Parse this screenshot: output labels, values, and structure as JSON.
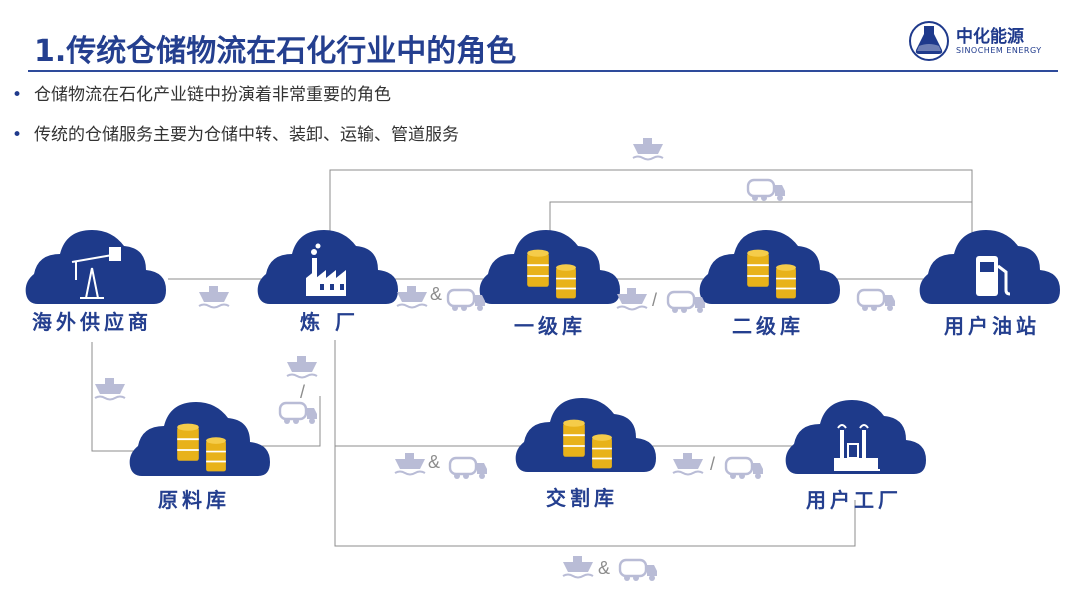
{
  "header": {
    "title": "1.传统仓储物流在石化行业中的角色",
    "logo_name": "中化能源",
    "logo_subtitle": "SINOCHEM ENERGY"
  },
  "bullets": [
    "仓储物流在石化产业链中扮演着非常重要的角色",
    "传统的仓储服务主要为仓储中转、装卸、运输、管道服务"
  ],
  "nodes": {
    "supplier": "海外供应商",
    "refinery": "炼 厂",
    "primary": "一级库",
    "secondary": "二级库",
    "station": "用户油站",
    "raw": "原料库",
    "delivery": "交割库",
    "factory": "用户工厂"
  },
  "connector_symbols": {
    "and": "&",
    "or": "/"
  },
  "colors": {
    "brand_blue": "#1f3a8c",
    "cloud_blue": "#1e3a8a",
    "gold": "#e8b21a",
    "connector_gray": "#8c8c8c",
    "transport_icon": "#b9bcd6"
  },
  "icons": [
    "ship-icon",
    "truck-icon",
    "oil-drum-icon",
    "factory-icon",
    "oil-pump-icon",
    "fuel-pump-icon",
    "industrial-plant-icon"
  ]
}
